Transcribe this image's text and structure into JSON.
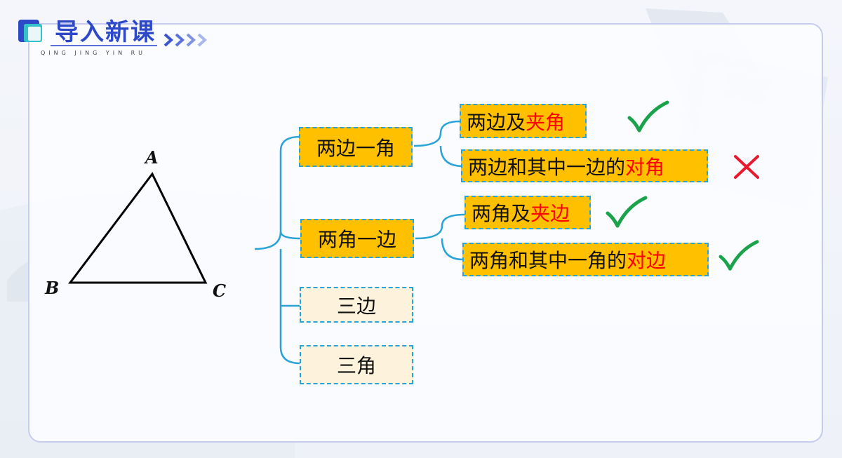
{
  "header": {
    "title": "导入新课",
    "subtitle": "QING JING YIN RU"
  },
  "triangle": {
    "vertex_a": "A",
    "vertex_b": "B",
    "vertex_c": "C"
  },
  "tree": {
    "categories": [
      {
        "label": "两边一角",
        "children": [
          {
            "text": "两边及",
            "highlight": "夹角",
            "result": "correct"
          },
          {
            "text": "两边和其中一边的",
            "highlight": "对角",
            "result": "incorrect"
          }
        ]
      },
      {
        "label": "两角一边",
        "children": [
          {
            "text": "两角及",
            "highlight": "夹边",
            "result": "correct"
          },
          {
            "text": "两角和其中一角的",
            "highlight": "对边",
            "result": "correct"
          }
        ]
      },
      {
        "label": "三边",
        "children": []
      },
      {
        "label": "三角",
        "children": []
      }
    ]
  },
  "colors": {
    "node_fill": "#ffc000",
    "node_pale_fill": "#fdf2dc",
    "dashed_border": "#2aa3d6",
    "connector": "#2aa3d6",
    "highlight_text": "#ff0000",
    "check_mark": "#1aa34a",
    "cross_mark": "#e8192c",
    "header_title": "#2e49c8"
  },
  "icons": {
    "header": "book-logo-icon",
    "arrows": "chevrons-right-icon",
    "correct": "check-mark-icon",
    "incorrect": "cross-mark-icon"
  }
}
